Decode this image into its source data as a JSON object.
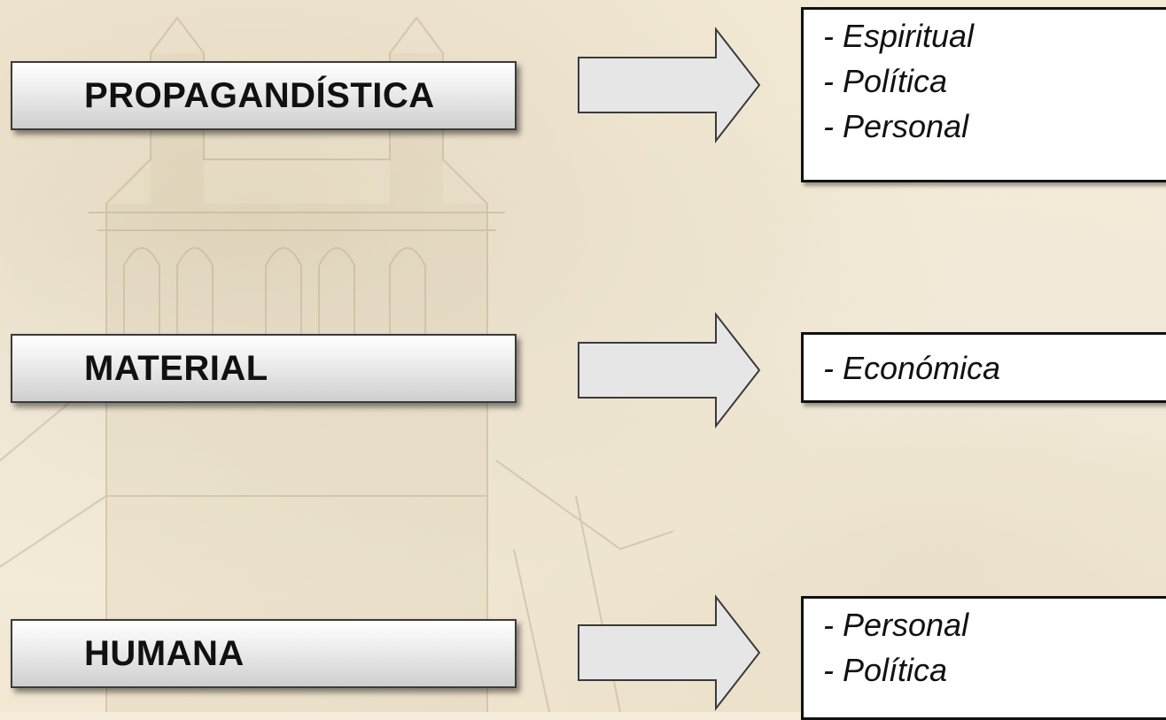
{
  "rows": [
    {
      "label": "PROPAGANDÍSTICA",
      "items": [
        "- Espiritual",
        "- Política",
        "- Personal"
      ]
    },
    {
      "label": "MATERIAL",
      "items": [
        "- Económica"
      ]
    },
    {
      "label": "HUMANA",
      "items": [
        "- Personal",
        "- Política"
      ]
    }
  ],
  "colors": {
    "label_gradient_top": "#ffffff",
    "label_gradient_bottom": "#cfcfcf",
    "arrow_fill": "#e6e6e6",
    "border": "#111111",
    "background": "#f4eddb"
  },
  "icons": {
    "arrow": "right-arrow-icon",
    "background_art": "cathedral-tower-sketch"
  }
}
